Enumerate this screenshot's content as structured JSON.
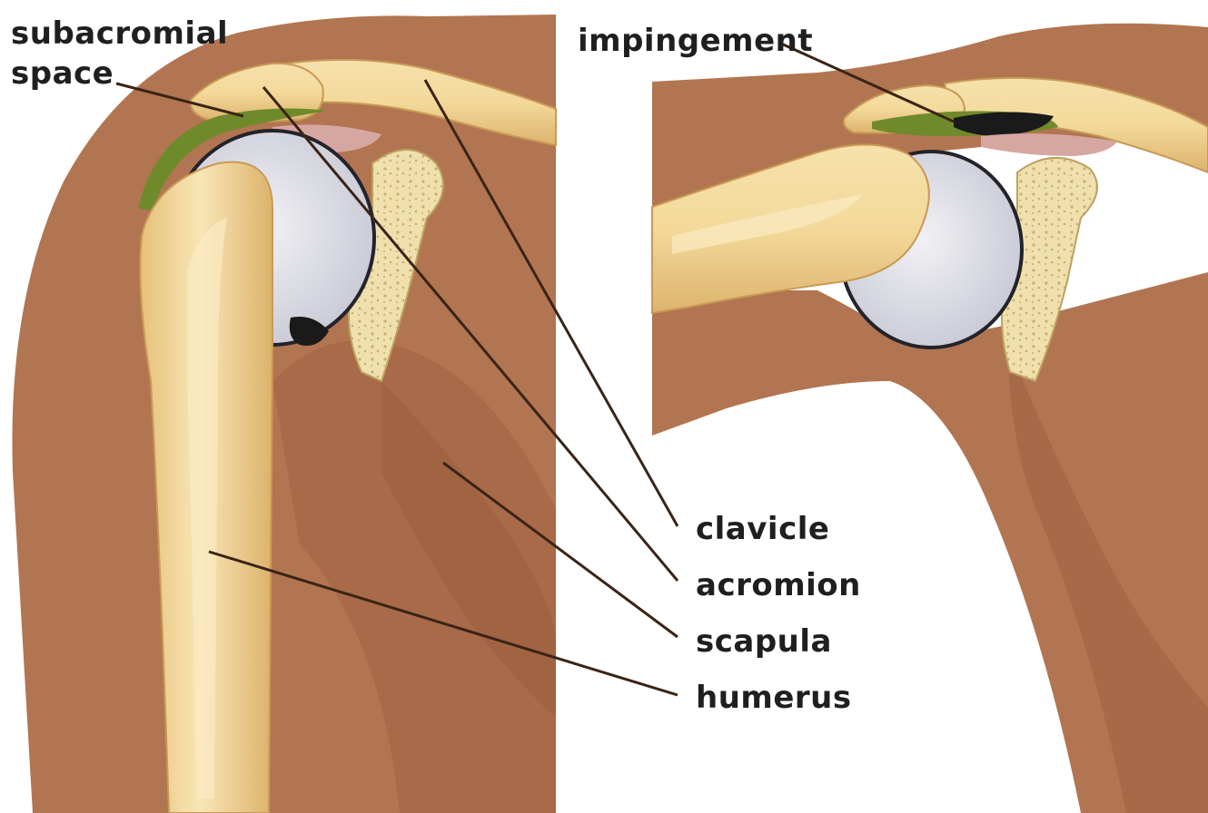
{
  "labels": {
    "subacromial_line1": "subacromial",
    "subacromial_line2": "space",
    "impingement": "impingement",
    "clavicle": "clavicle",
    "acromion": "acromion",
    "scapula": "scapula",
    "humerus": "humerus"
  },
  "colors": {
    "background": "#ffffff",
    "muscle": "#b27551",
    "muscle_dark": "#a86a48",
    "muscle_shadow": "#9b5f3f",
    "bone": "#efd193",
    "bone_highlight": "#f8e6b6",
    "cartilage": "#d8d8e0",
    "bursa": "#6f8a2a",
    "spongy_bone": "#e8d8a4",
    "leader_line": "#3a2416",
    "text": "#1f1f1f"
  }
}
